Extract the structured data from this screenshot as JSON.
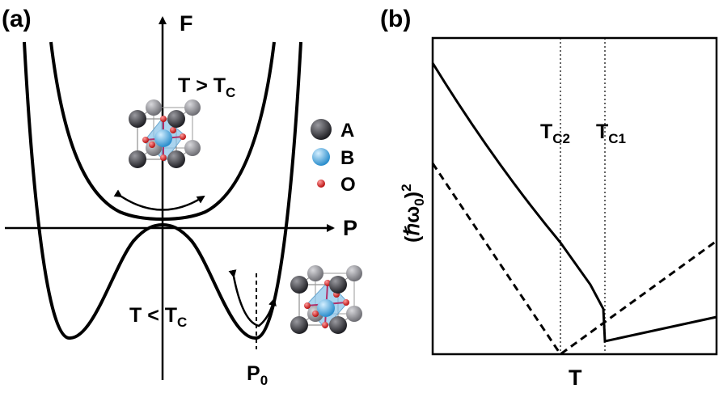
{
  "panel_a": {
    "label": "(a)",
    "y_axis_label": "F",
    "x_axis_label": "P",
    "high_temp_label": {
      "main": "T > T",
      "sub": "C"
    },
    "low_temp_label": {
      "main": "T < T",
      "sub": "C"
    },
    "minimum_label": {
      "main": "P",
      "sub": "0"
    },
    "legend": [
      {
        "symbol": "A",
        "color": "#3d3d42"
      },
      {
        "symbol": "B",
        "color": "#4aa8e0"
      },
      {
        "symbol": "O",
        "color": "#d81e1e"
      }
    ]
  },
  "panel_b": {
    "label": "(b)",
    "x_axis_label": "T",
    "y_axis_label": {
      "base": "(ℏω",
      "sub": "0",
      "close": ")",
      "sup": "2"
    },
    "tc2_label": {
      "main": "T",
      "sub": "C2"
    },
    "tc1_label": {
      "main": "T",
      "sub": "C1"
    }
  },
  "colors": {
    "curve": "#000000",
    "octahedron": "#8ec6ea",
    "atom_a_dark": "#2e2e33",
    "atom_a_light": "#8a8a8f",
    "atom_b": "#4aa8e0",
    "atom_o": "#d81e1e",
    "bond": "#b0306a"
  }
}
